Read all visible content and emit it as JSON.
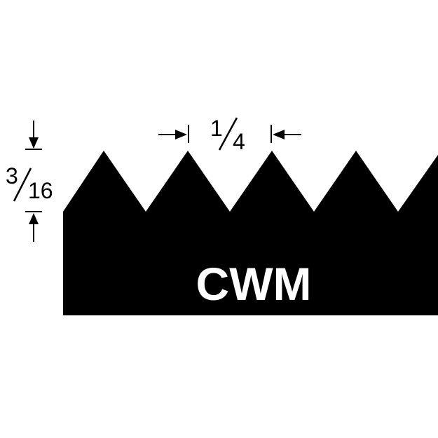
{
  "profile": {
    "label": "CWM",
    "fill_color": "#000000",
    "label_color": "#ffffff"
  },
  "dimensions": {
    "height": {
      "numerator": "3",
      "denominator": "16"
    },
    "pitch": {
      "numerator": "1",
      "denominator": "4"
    }
  }
}
